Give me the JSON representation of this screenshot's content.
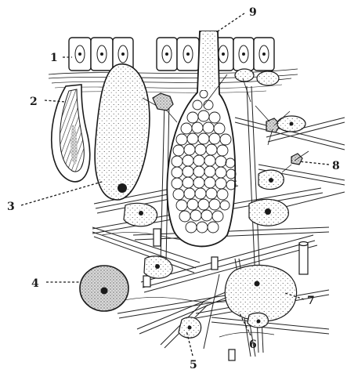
{
  "figure": {
    "labels": {
      "l1": "1",
      "l2": "2",
      "l3": "3",
      "l4": "4",
      "l5": "5",
      "l6": "6",
      "l7": "7",
      "l8": "8",
      "l9": "9"
    }
  }
}
